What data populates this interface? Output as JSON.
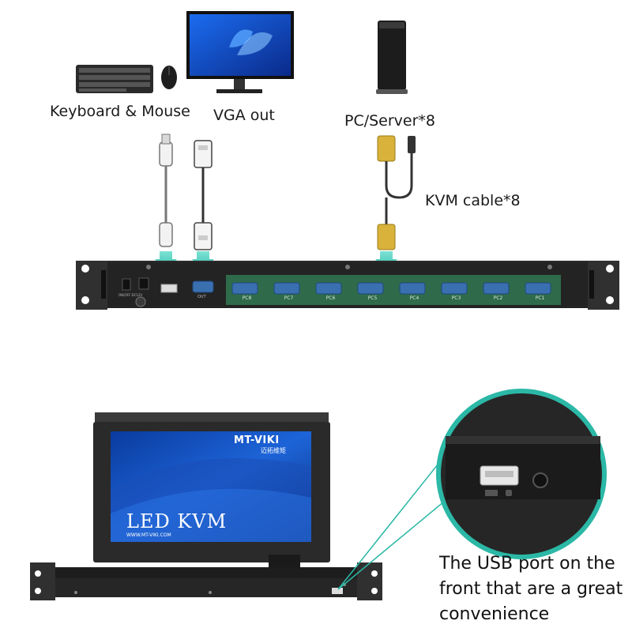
{
  "top_labels": {
    "keyboard_mouse": "Keyboard & Mouse",
    "vga_out": "VGA out",
    "pc_server": "PC/Server*8",
    "kvm_cable": "KVM cable*8"
  },
  "rear_panel": {
    "port_labels": [
      "PC8",
      "PC7",
      "PC6",
      "PC5",
      "PC4",
      "PC3",
      "PC2",
      "PC1"
    ],
    "vga_out_label": "OUT",
    "power_label": "ON/OFF  DC12V"
  },
  "kvm_unit": {
    "brand": "MT-VIKI",
    "brand_chinese": "迈拓维矩",
    "screen_title": "LED KVM",
    "website": "WWW.MT-VIKI.COM"
  },
  "caption": {
    "line1": "The USB port on the",
    "line2": "front that are a great",
    "line3": "convenience"
  },
  "colors": {
    "accent_teal": "#2bb8a6",
    "port_green": "#2f6b4a",
    "vga_blue": "#3a6fb0",
    "cable_yellow": "#d8b23a",
    "chassis": "#2b2b2b"
  }
}
